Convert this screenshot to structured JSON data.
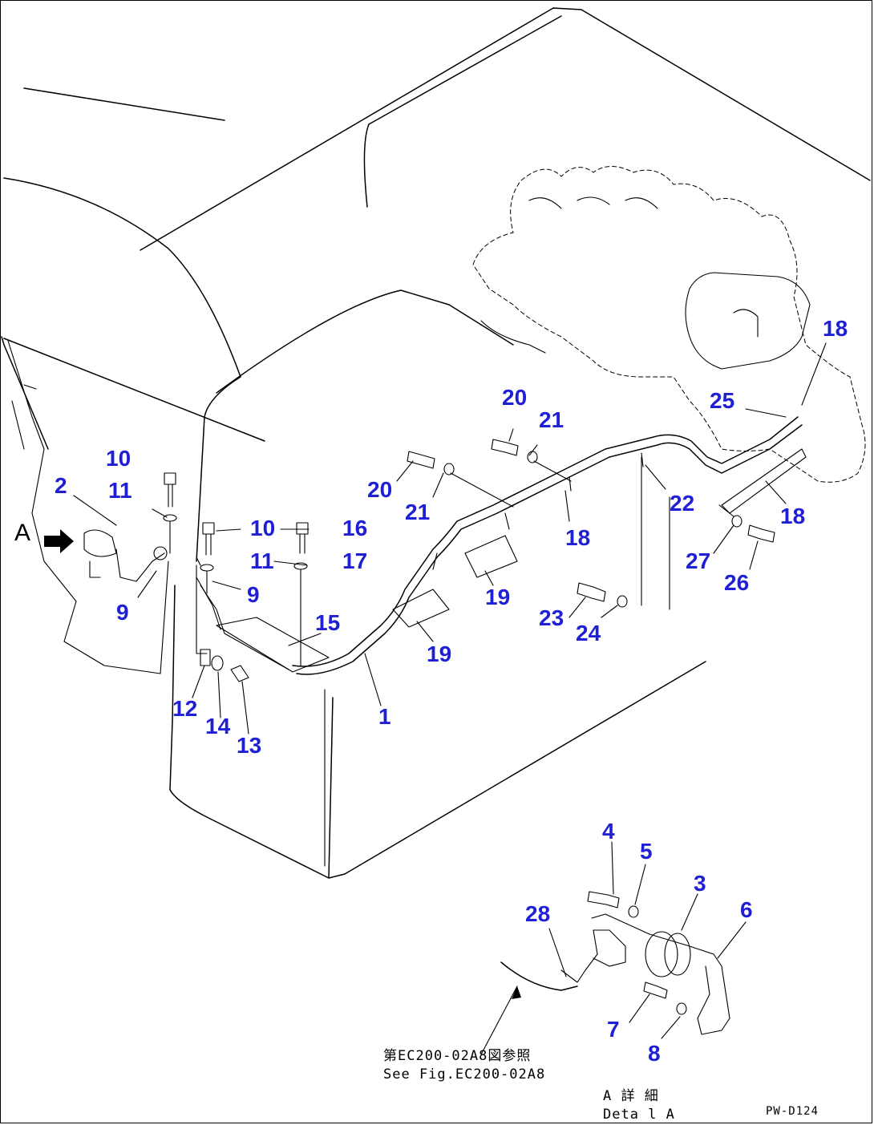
{
  "diagram": {
    "view_letter": "A",
    "reference_note": {
      "line1": "第EC200-02A8図参照",
      "line2": "See Fig.EC200-02A8"
    },
    "detail_note": {
      "line1": "A 詳 細",
      "line2": "Deta l A"
    },
    "figure_code": "PW-D124",
    "callout_color": "#1f1fd6",
    "callouts": [
      "1",
      "2",
      "3",
      "4",
      "5",
      "6",
      "7",
      "8",
      "9",
      "9",
      "10",
      "10",
      "11",
      "11",
      "12",
      "13",
      "14",
      "15",
      "16",
      "17",
      "18",
      "18",
      "19",
      "19",
      "20",
      "20",
      "21",
      "21",
      "22",
      "23",
      "24",
      "25",
      "26",
      "27",
      "28"
    ]
  }
}
